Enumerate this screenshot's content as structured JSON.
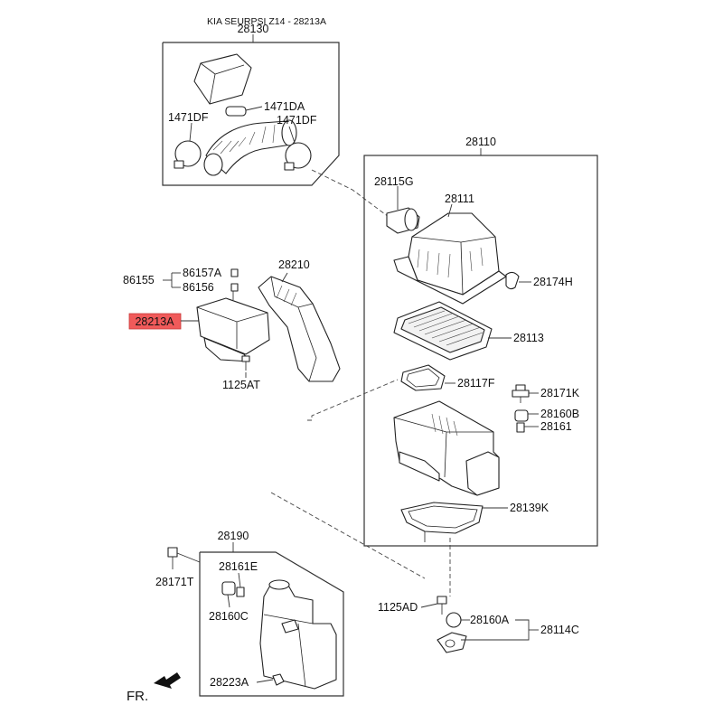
{
  "title": "KIA SEURPSI Z14 - 28213A",
  "highlight_color": "#f05a5a",
  "direction_label": "FR.",
  "labels": {
    "p28130": "28130",
    "p1471DA": "1471DA",
    "p1471DF_left": "1471DF",
    "p1471DF_right": "1471DF",
    "p28110": "28110",
    "p28115G": "28115G",
    "p28111": "28111",
    "p28174H": "28174H",
    "p28113": "28113",
    "p28117F": "28117F",
    "p28171K_top": "28171K",
    "p28160B": "28160B",
    "p28161": "28161",
    "p28139K": "28139K",
    "p28210": "28210",
    "p86155": "86155",
    "p86157A": "86157A",
    "p86156": "86156",
    "p28213A": "28213A",
    "p1125AT": "1125AT",
    "p28190": "28190",
    "p28171T": "28171T",
    "p28161E": "28161E",
    "p28160C": "28160C",
    "p28223A": "28223A",
    "p1125AD": "1125AD",
    "p28160A": "28160A",
    "p28114C": "28114C"
  }
}
